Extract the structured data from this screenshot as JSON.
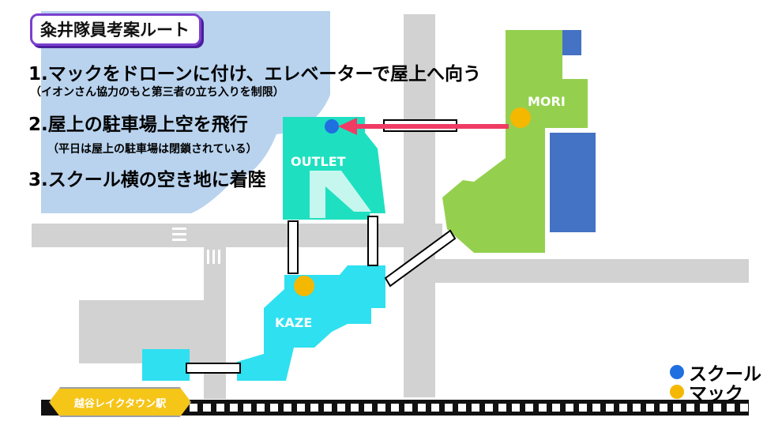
{
  "title": "粂井隊員考案ルート",
  "steps": {
    "step1": "1.マックをドローンに付け、エレベーターで屋上へ向う",
    "note1": "（イオンさん協力のもと第三者の立ち入りを制限）",
    "step2": "2.屋上の駐車場上空を飛行",
    "note2": "（平日は屋上の駐車場は閉鎖されている）",
    "step3": "3.スクール横の空き地に着陸"
  },
  "labels": {
    "mori": "MORI",
    "outlet": "OUTLET",
    "kaze": "KAZE",
    "station": "越谷レイクタウン駅"
  },
  "legend": {
    "school": "スクール",
    "mac": "マック"
  },
  "colors": {
    "water": "#b9d3ee",
    "road": "#d2d2d2",
    "mori": "#94d04e",
    "mori_blue": "#4472c4",
    "outlet": "#1ee0c0",
    "kaze": "#2ee0f0",
    "school_dot": "#1f6fe0",
    "mac_dot": "#f5b800",
    "route_arrow": "#f03c64",
    "station_badge": "#f5c518",
    "title_border": "#7b3fd0"
  }
}
